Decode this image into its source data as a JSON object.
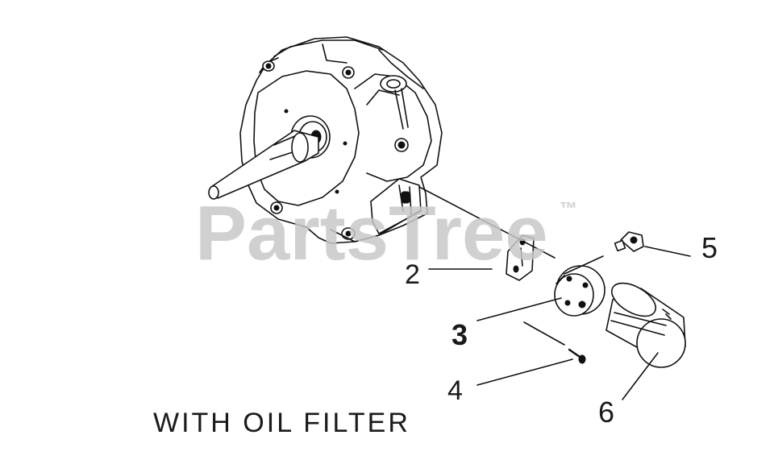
{
  "diagram": {
    "caption": "WITH OIL FILTER",
    "watermark": {
      "text": "PartsTree",
      "trademark": "™",
      "color": "#c8c8c8"
    },
    "callouts": [
      {
        "id": "2",
        "label": "2"
      },
      {
        "id": "3",
        "label": "3"
      },
      {
        "id": "4",
        "label": "4"
      },
      {
        "id": "5",
        "label": "5"
      },
      {
        "id": "6",
        "label": "6"
      }
    ],
    "line_color": "#111111"
  }
}
